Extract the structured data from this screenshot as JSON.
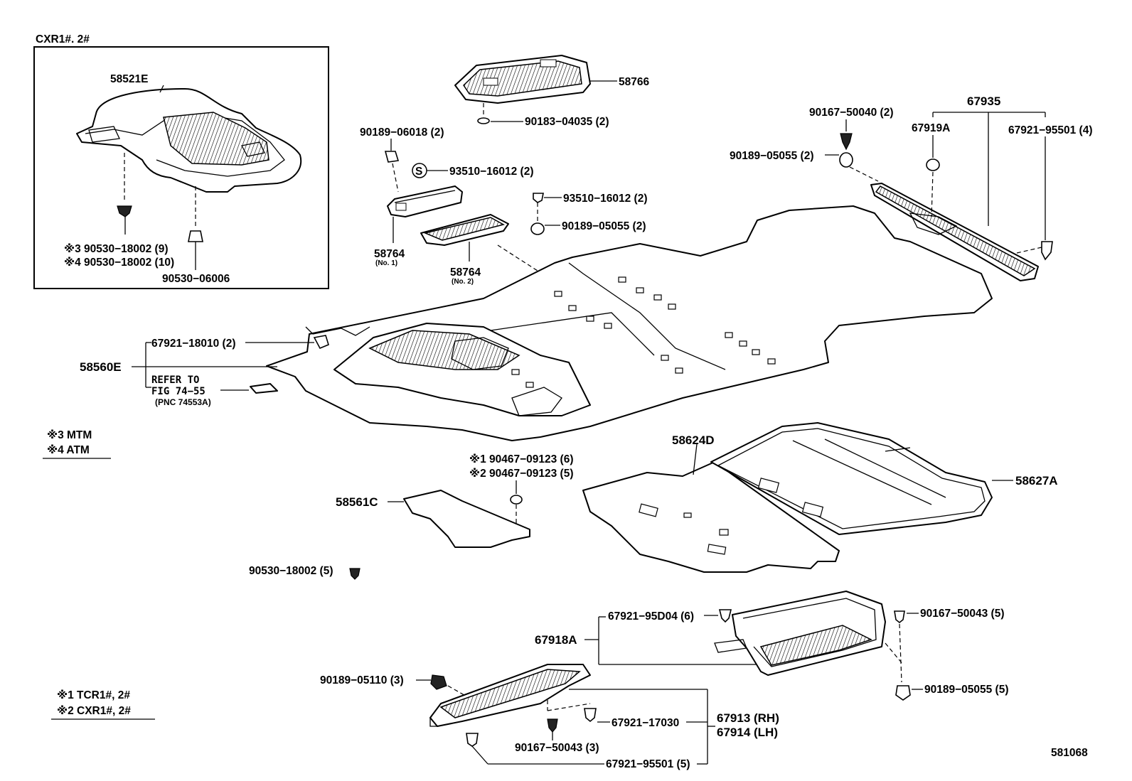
{
  "inset": {
    "title": "CXR1#. 2#"
  },
  "labels": {
    "p58521E": "58521E",
    "p90530_18002_9": "※3 90530−18002 (9)",
    "p90530_18002_10": "※4 90530−18002 (10)",
    "p90530_06006": "90530−06006",
    "p58766": "58766",
    "p90183_04035": "90183−04035 (2)",
    "p90189_06018": "90189−06018 (2)",
    "p93510_16012_a": "93510−16012 (2)",
    "p93510_16012_b": "93510−16012 (2)",
    "p90189_05055_a": "90189−05055 (2)",
    "p58764_1": "58764",
    "p58764_1_sub": "(No. 1)",
    "p58764_2": "58764",
    "p58764_2_sub": "(No. 2)",
    "p90167_50040": "90167−50040 (2)",
    "p67935": "67935",
    "p67919A": "67919A",
    "p67921_95501_4": "67921−95501 (4)",
    "p90189_05055_b": "90189−05055 (2)",
    "p67921_18010": "67921−18010 (2)",
    "p58560E": "58560E",
    "refer_1": "REFER TO",
    "refer_2": "FIG 74−55",
    "refer_3": "(PNC 74553A)",
    "p90467_6": "※1 90467−09123 (6)",
    "p90467_5": "※2 90467−09123 (5)",
    "p58624D": "58624D",
    "p58627A": "58627A",
    "p58561C": "58561C",
    "p90530_18002_5": "90530−18002 (5)",
    "p67921_95D04": "67921−95D04 (6)",
    "p90167_50043_a": "90167−50043 (5)",
    "p67918A": "67918A",
    "p90189_05055_c": "90189−05055 (5)",
    "p90189_05110": "90189−05110 (3)",
    "p67921_17030": "67921−17030",
    "p67913": "67913 (RH)",
    "p67914": "67914 (LH)",
    "p90167_50043_b": "90167−50043 (3)",
    "p67921_95501_5": "67921−95501 (5)",
    "fig_no": "581068"
  },
  "legend": {
    "mtm": "※3 MTM",
    "atm": "※4 ATM",
    "tcr": "※1 TCR1#, 2#",
    "cxr": "※2 CXR1#, 2#"
  }
}
